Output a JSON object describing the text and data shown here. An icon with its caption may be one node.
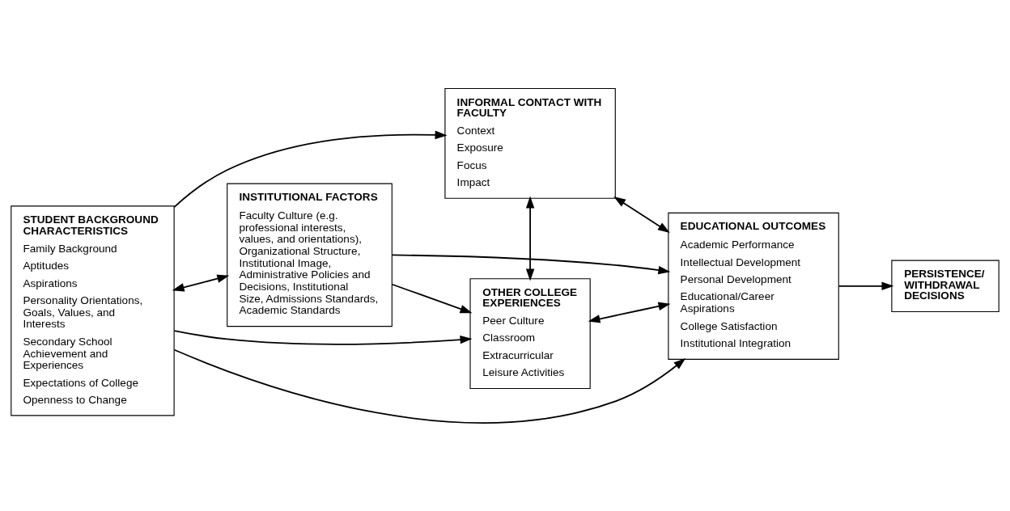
{
  "diagram": {
    "nodes": [
      {
        "text": [
          "STUDENT BACKGROUND CHARACTERISTICS",
          "Family Background",
          "Aptitudes",
          "Aspirations",
          "Personality Orientations, Goals, Values, and Interests",
          "Secondary School Achievement and Experiences",
          "Expectations of College",
          "Openness to Change"
        ]
      },
      {
        "text": [
          "INSTITUTIONAL FACTORS",
          "Faculty Culture (e.g. professional interests, values, and orientations), Organizational Structure, Institutional Image, Administrative Policies and Decisions, Institutional Size, Admissions Standards, Academic Standards"
        ]
      },
      {
        "text": [
          "INFORMAL CONTACT WITH FACULTY",
          "Context",
          "Exposure",
          "Focus",
          "Impact"
        ]
      },
      {
        "text": [
          "OTHER COLLEGE EXPERIENCES",
          "Peer Culture",
          "Classroom",
          "Extracurricular",
          "Leisure Activities"
        ]
      },
      {
        "text": [
          "EDUCATIONAL OUTCOMES",
          "Academic Performance",
          "Intellectual Development",
          "Personal Development",
          "Educational/Career Aspirations",
          "College Satisfaction",
          "Institutional Integration"
        ]
      },
      {
        "text": [
          "PERSISTENCE/ WITHDRAWAL DECISIONS"
        ]
      }
    ],
    "edges": [
      {
        "from": 0,
        "to": 1,
        "arrow": "both"
      },
      {
        "from": 1,
        "to": 4,
        "arrow": "to"
      },
      {
        "from": 1,
        "to": 3,
        "arrow": "to"
      },
      {
        "from": 0,
        "to": 2,
        "arrow": "to"
      },
      {
        "from": 0,
        "to": 3,
        "arrow": "to"
      },
      {
        "from": 0,
        "to": 4,
        "arrow": "to"
      },
      {
        "from": 2,
        "to": 3,
        "arrow": "both"
      },
      {
        "from": 2,
        "to": 4,
        "arrow": "both"
      },
      {
        "from": 3,
        "to": 4,
        "arrow": "both"
      },
      {
        "from": 4,
        "to": 5,
        "arrow": "to"
      }
    ]
  }
}
